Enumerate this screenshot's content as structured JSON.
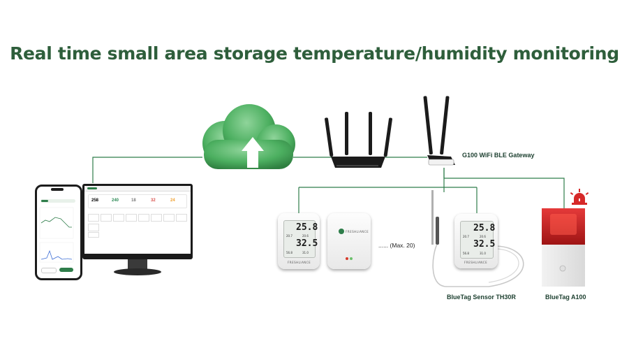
{
  "title": "Real time small area storage temperature/humidity monitoring",
  "gateway": {
    "label": "G100 WiFi BLE Gateway"
  },
  "sensors": {
    "th30r_label": "BlueTag Sensor TH30R",
    "a100_label": "BlueTag A100",
    "max_label": "...... (Max. 20)"
  },
  "display": {
    "temp": "25.8",
    "temp_min": "20.7",
    "temp_max": "20.6",
    "hum": "32.5",
    "hum_min": "56.8",
    "hum_max": "31.0",
    "brand": "FRESHLIANCE"
  },
  "dashboard": {
    "cards": [
      "258",
      "240",
      "18",
      "32",
      "24"
    ],
    "card_colors": [
      "#3f6fd6",
      "#2e8b57",
      "#7a7a7a",
      "#d9534f",
      "#f0a030"
    ]
  },
  "colors": {
    "accent": "#2e5e3b",
    "cloud": "#4caf60",
    "line": "#2e7d4a",
    "alarm": "#d62828"
  },
  "icons": [
    "cloud-upload-icon",
    "router-icon",
    "gateway-icon",
    "alarm-light-icon",
    "laptop-icon",
    "phone-icon"
  ]
}
